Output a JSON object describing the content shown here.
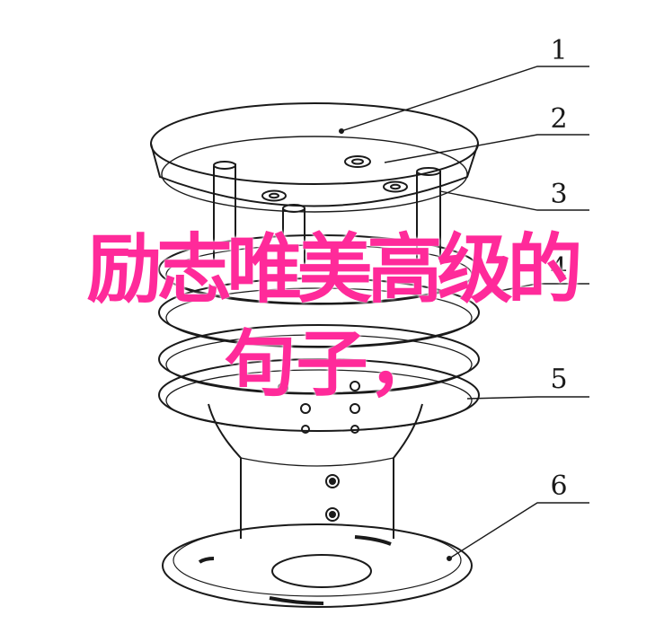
{
  "overlay": {
    "line1": "励志唯美高级的",
    "line2": "句子，"
  },
  "callouts": [
    "1",
    "2",
    "3",
    "4",
    "5",
    "6"
  ],
  "colors": {
    "overlay_text": "#ff2a9a",
    "line_art": "#1a1a1a",
    "background": "#ffffff"
  }
}
